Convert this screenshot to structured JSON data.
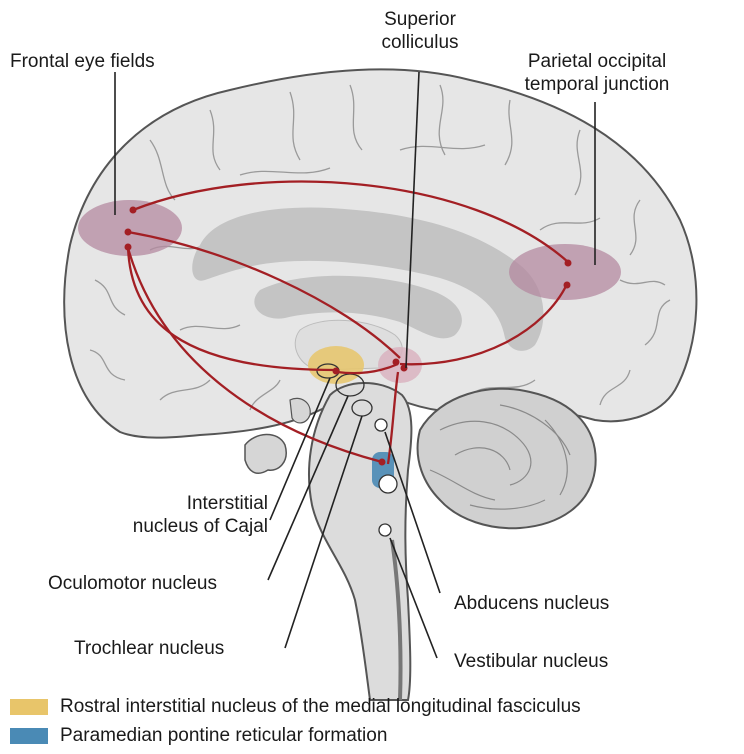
{
  "labels": {
    "frontal_eye_fields": "Frontal eye fields",
    "superior_colliculus_line1": "Superior",
    "superior_colliculus_line2": "colliculus",
    "pot_junction_line1": "Parietal occipital",
    "pot_junction_line2": "temporal junction",
    "interstitial_line1": "Interstitial",
    "interstitial_line2": "nucleus of Cajal",
    "oculomotor": "Oculomotor nucleus",
    "trochlear": "Trochlear nucleus",
    "abducens": "Abducens nucleus",
    "vestibular": "Vestibular nucleus"
  },
  "legend": [
    {
      "label": "Rostral interstitial nucleus of the medial longitudinal fasciculus",
      "color": "#e8c56a"
    },
    {
      "label": "Paramedian pontine reticular formation",
      "color": "#4a8ab5"
    }
  ],
  "colors": {
    "brain_fill": "#e6e6e6",
    "brain_outline": "#555555",
    "ventricle": "#c4c4c4",
    "pathway": "#a31f24",
    "cortical_area": "#b48aa0",
    "leader_line": "#222222"
  }
}
